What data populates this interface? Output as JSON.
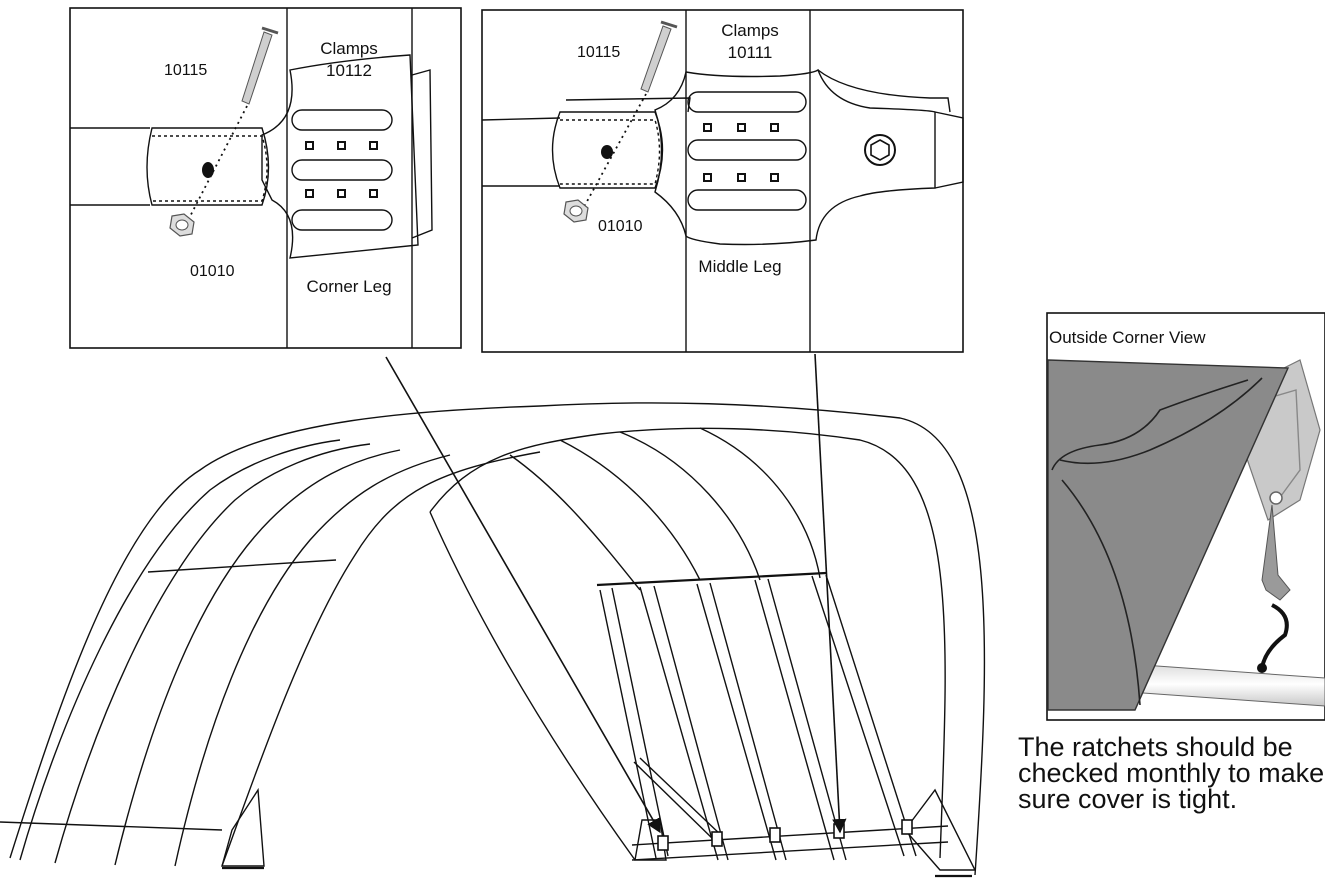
{
  "corner_detail": {
    "pin_label": "10115",
    "clamps_label": "Clamps",
    "clamps_code": "10112",
    "nut_label": "01010",
    "leg_label": "Corner Leg"
  },
  "middle_detail": {
    "pin_label": "10115",
    "clamps_label": "Clamps",
    "clamps_code": "10111",
    "nut_label": "01010",
    "leg_label": "Middle Leg"
  },
  "outside_view": {
    "title": "Outside Corner View"
  },
  "caption": {
    "text": "The ratchets should be checked monthly to make sure cover is tight."
  },
  "colors": {
    "line": "#111111",
    "cover_gray": "#8a8a8a",
    "background": "#ffffff"
  }
}
